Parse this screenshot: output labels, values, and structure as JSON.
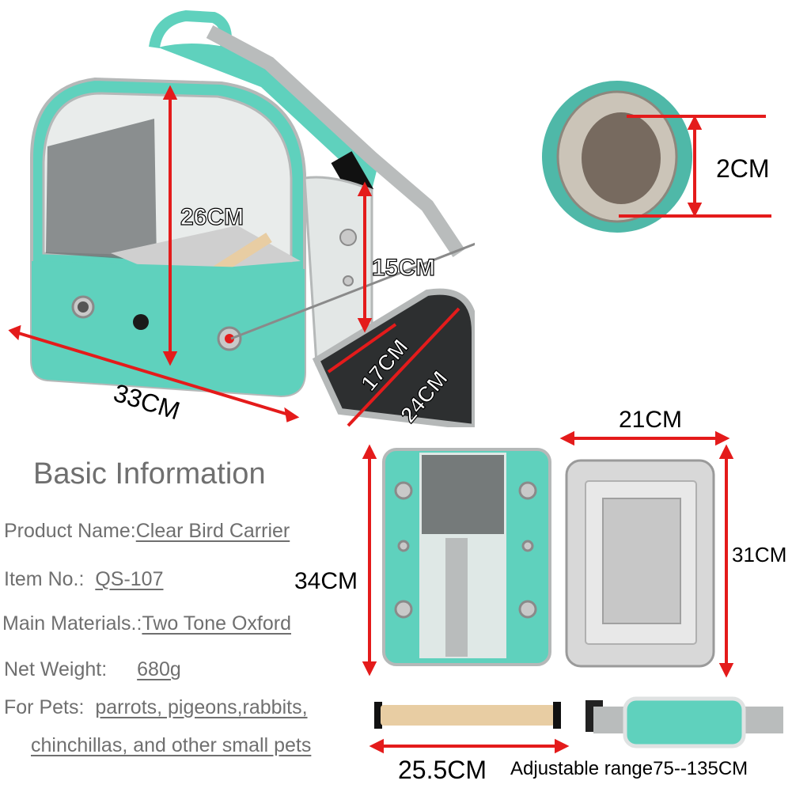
{
  "product_image": {
    "title": "Clear Bird Carrier product dimensions",
    "colors": {
      "teal": "#5fd1bd",
      "gray_trim": "#b5b8b8",
      "arrow_red": "#e41b1b",
      "text_gray": "#6f6f6f",
      "metal": "#c9c9c9",
      "wood": "#e8cda3"
    }
  },
  "dimensions": {
    "carrier_height": "26CM",
    "carrier_length": "33CM",
    "side_door_height": "15CM",
    "door_width": "17CM",
    "door_length": "24CM",
    "vent_hole": "2CM",
    "base_height": "34CM",
    "tray_width": "21CM",
    "tray_length": "31CM",
    "perch_length": "25.5CM",
    "strap_range": "Adjustable range75--135CM"
  },
  "basic_info": {
    "heading": "Basic Information",
    "rows": [
      {
        "label": "Product Name:",
        "value": "Clear Bird Carrier"
      },
      {
        "label": "Item No.:",
        "value": "QS-107"
      },
      {
        "label": "Main Materials.:",
        "value": "Two Tone Oxford"
      },
      {
        "label": "Net Weight:",
        "value": "680g"
      },
      {
        "label": "For Pets:",
        "value": "parrots, pigeons,rabbits,"
      }
    ],
    "pets_continued": "chinchillas, and other small pets"
  }
}
